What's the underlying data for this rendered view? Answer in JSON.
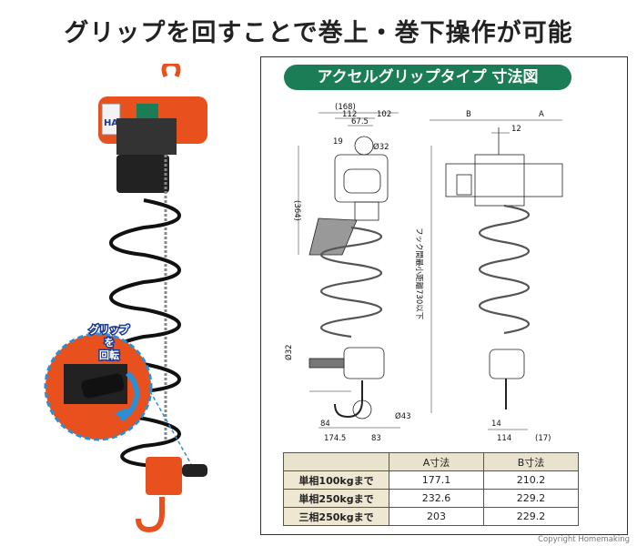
{
  "headline": "グリップを回すことで巻上・巻下操作が可能",
  "photo": {
    "callout": [
      "グリップ",
      "を",
      "回転"
    ],
    "body_label": "HA"
  },
  "drawing_title": "アクセルグリップタイプ 寸法図",
  "dimensions": {
    "d168": "(168)",
    "d112": "112",
    "d102": "102",
    "d67_5": "67.5",
    "d19": "19",
    "d32_top": "Ø32",
    "d364": "(364)",
    "d32_side": "Ø32",
    "d84": "84",
    "d174_5": "174.5",
    "d83": "83",
    "d43": "Ø43",
    "hook_note": "フック間最小距離730以下",
    "B": "B",
    "A": "A",
    "d12": "12",
    "d14": "14",
    "d114": "114",
    "d17": "(17)"
  },
  "table": {
    "headers": [
      "",
      "A寸法",
      "B寸法"
    ],
    "rows": [
      {
        "label": "単相100kgまで",
        "a": "177.1",
        "b": "210.2"
      },
      {
        "label": "単相250kgまで",
        "a": "232.6",
        "b": "229.2"
      },
      {
        "label": "三相250kgまで",
        "a": "203",
        "b": "229.2"
      }
    ]
  },
  "copyright": "Copyright  Homemaking",
  "colors": {
    "accent_green": "#1a7d55",
    "hoist_orange": "#e8501e",
    "table_header": "#e8e2cf"
  }
}
